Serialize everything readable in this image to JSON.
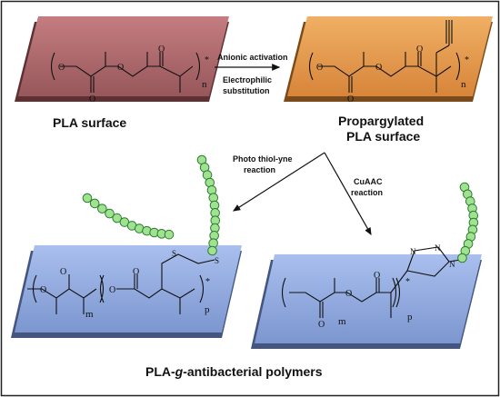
{
  "labels": {
    "pla_surface": "PLA surface",
    "propargylated_line1": "Propargylated",
    "propargylated_line2": "PLA surface",
    "anionic": "Anionic  activation",
    "electrophilic_line1": "Electrophilic",
    "electrophilic_line2": "substitution",
    "thiolyne_line1": "Photo thiol-yne",
    "thiolyne_line2": "reaction",
    "cuaac_line1": "CuAAC",
    "cuaac_line2": "reaction",
    "final_prefix": "PLA-",
    "final_g": "g",
    "final_suffix": "-antibacterial polymers"
  },
  "chem": {
    "O": "O",
    "S": "S",
    "N": "N",
    "n": "n",
    "m": "m",
    "p": "p",
    "asterisk": "*"
  },
  "colors": {
    "slab_pla": "#a86468",
    "slab_propargyl": "#e39a48",
    "slab_blue": "#8da8de",
    "bead": "#9fe390",
    "bead_stroke": "#2e7c33"
  }
}
